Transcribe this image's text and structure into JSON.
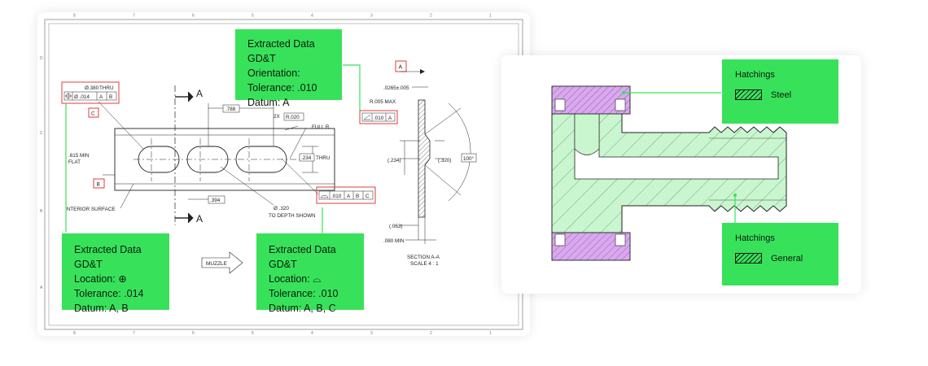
{
  "drawing": {
    "border_numbers_top": [
      "8",
      "7",
      "6",
      "5",
      "4",
      "3",
      "2",
      "1"
    ],
    "border_letters_side": [
      "D",
      "C",
      "B",
      "A"
    ],
    "section_marker": "A",
    "dims": {
      "thru_dia": "Ø.380",
      "thru_word": "THRU",
      "pos_tol_dia": "Ø .014",
      "pos_datum1": "A",
      "pos_datum2": "B",
      "datum_c": "C",
      "datum_b": "B",
      "datum_a_flag": "A",
      "dim_788": ".788",
      "two_x": "2X",
      "r020": "R.020",
      "full_r": "FULL R.",
      "dim_234": ".234",
      "thru2": "THRU",
      "min_flat_1": ".615 MIN",
      "min_flat_2": "FLAT",
      "interior_surface": "INTERIOR SURFACE",
      "dim_394": ".394",
      "dia_320": "Ø .320",
      "to_depth": "TO DEPTH SHOWN",
      "profile_tol": ".010",
      "profile_d1": "A",
      "profile_d2": "B",
      "profile_d3": "C",
      "muzzle": "MUZZLE",
      "dim_0265": ".0265±.005",
      "r005": "R.005 MAX",
      "angle_tol": ".010",
      "angle_datum": "A",
      "sec_234": "(.234)",
      "sec_320": "(.320)",
      "angle_100": "100°",
      "sec_063": "(.063)",
      "min_080": ".080 MIN",
      "section_title": "SECTION A-A",
      "section_scale": "SCALE 4 : 1"
    }
  },
  "callouts": {
    "orientation": {
      "title": "Extracted Data",
      "subtitle": "GD&T",
      "line1": "Orientation:",
      "line2": "Tolerance: .010",
      "line3": "Datum: A"
    },
    "location_left": {
      "title": "Extracted Data",
      "subtitle": "GD&T",
      "line1": "Location: ⊕",
      "line2": "Tolerance: .014",
      "line3": "Datum: A, B"
    },
    "location_right": {
      "title": "Extracted Data",
      "subtitle": "GD&T",
      "line1": "Location: ⌓",
      "line2": "Tolerance: .010",
      "line3": "Datum: A, B, C"
    }
  },
  "hatchings": [
    {
      "title": "Hatchings",
      "label": "Steel"
    },
    {
      "title": "Hatchings",
      "label": "General"
    }
  ],
  "colors": {
    "callout_green": "#37e25a",
    "highlight_red": "#e23b3b",
    "steel_purple": "#d9a8ef",
    "general_green": "#c9f5cf"
  }
}
